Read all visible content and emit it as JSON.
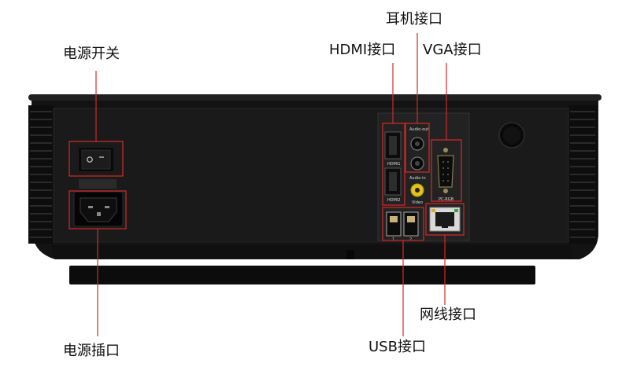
{
  "colors": {
    "background": "#ffffff",
    "callout": "#d42a2a",
    "body": "#121212",
    "panel": "#1b1b1b",
    "label_text": "#111111"
  },
  "labels": {
    "power_switch": "电源开关",
    "power_socket": "电源插口",
    "hdmi": "HDMI接口",
    "earphone": "耳机接口",
    "vga": "VGA接口",
    "ethernet": "网线接口",
    "usb": "USB接口"
  },
  "port_markings": {
    "audio_out": "Audio-out",
    "hdmi1": "HDMI1",
    "hdmi2": "HDMI2",
    "audio_in": "Audio-in",
    "video": "Video",
    "pc_rgb": "PC-RGB",
    "usb1": "1",
    "usb2": "2"
  }
}
